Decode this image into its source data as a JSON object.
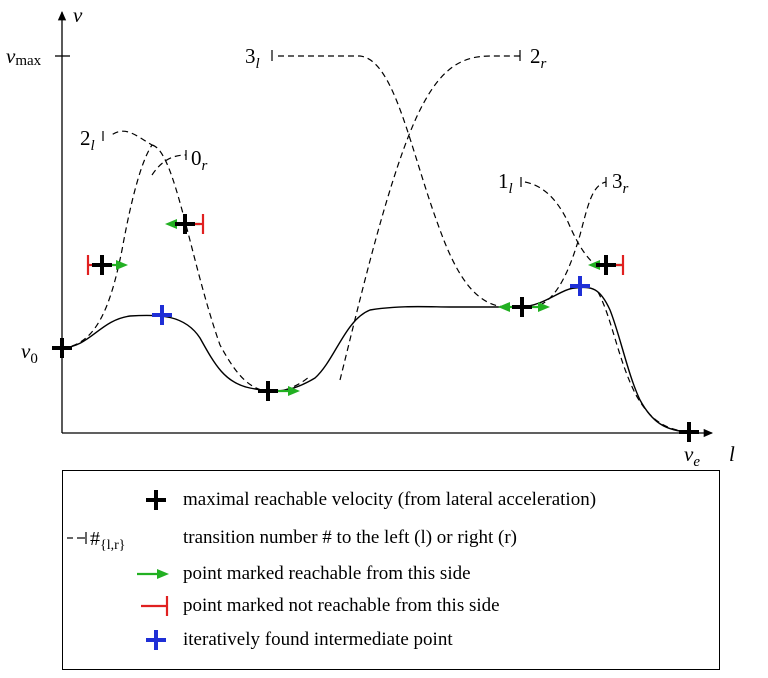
{
  "axes": {
    "y_label": "v",
    "x_label": "l",
    "vmax_label": "v",
    "vmax_sub": "max",
    "v0_label": "v",
    "v0_sub": "0",
    "ve_label": "v",
    "ve_sub": "e"
  },
  "transitions": [
    {
      "num": "2",
      "side": "l"
    },
    {
      "num": "0",
      "side": "r"
    },
    {
      "num": "3",
      "side": "l"
    },
    {
      "num": "2",
      "side": "r"
    },
    {
      "num": "1",
      "side": "l"
    },
    {
      "num": "3",
      "side": "r"
    }
  ],
  "legend": {
    "items": [
      {
        "key": "black-plus",
        "text": "maximal reachable velocity (from lateral acceleration)"
      },
      {
        "key": "transition",
        "symbol": "#",
        "symbol_sub": "{l,r}",
        "text": "transition number # to the left (l) or right (r)"
      },
      {
        "key": "green-arrow",
        "text": "point marked reachable from this side"
      },
      {
        "key": "red-bar",
        "text": "point marked not reachable from this side"
      },
      {
        "key": "blue-plus",
        "text": "iteratively found intermediate point"
      }
    ]
  },
  "colors": {
    "black_marker": "#000000",
    "green_arrow": "#22b022",
    "red_bar": "#e02020",
    "blue_marker": "#1f2fd6"
  }
}
